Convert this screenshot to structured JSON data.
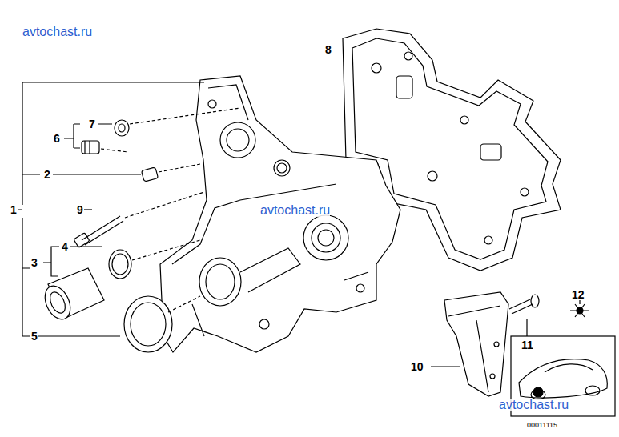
{
  "diagram": {
    "labels": [
      "avtochast.ru",
      "8",
      "7",
      "6",
      "2",
      "1",
      "avtochast.ru",
      "9",
      "12",
      "4",
      "3",
      "11",
      "5",
      "10",
      "avtochast.ru",
      "00011115"
    ]
  }
}
